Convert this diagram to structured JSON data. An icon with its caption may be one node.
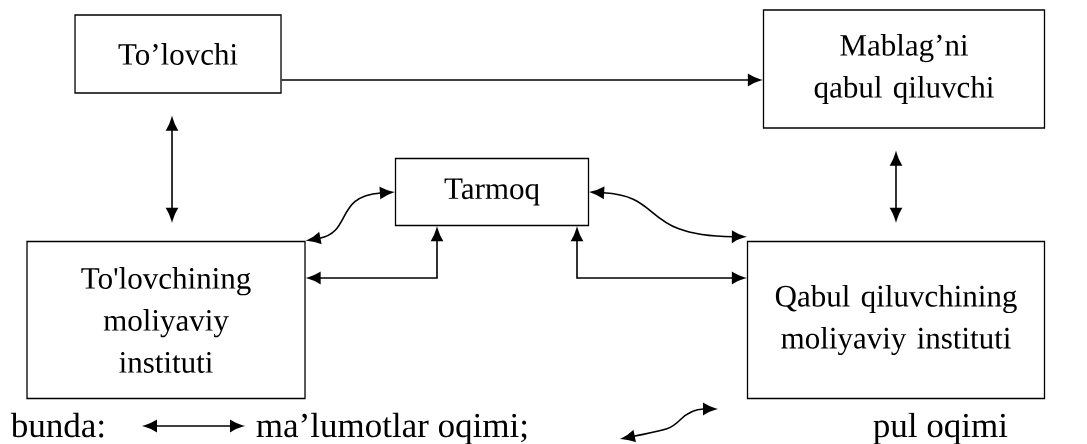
{
  "diagram": {
    "nodes": [
      {
        "text": [
          "To’lovchi"
        ]
      },
      {
        "text": [
          "Mablag’ni qabul qiluvchi"
        ]
      },
      {
        "text": [
          "Tarmoq"
        ]
      },
      {
        "text": [
          "To'lovchining moliyaviy instituti"
        ]
      },
      {
        "text": [
          "Qabul qiluvchining moliyaviy instituti"
        ]
      }
    ],
    "edges": [
      {
        "from": 0,
        "to": 1,
        "arrow": "to"
      },
      {
        "from": 0,
        "to": 3,
        "arrow": "both"
      },
      {
        "from": 1,
        "to": 4,
        "arrow": "both"
      },
      {
        "from": 3,
        "to": 2,
        "arrow": "both"
      },
      {
        "from": 2,
        "to": 4,
        "arrow": "both"
      },
      {
        "from": 3,
        "to": 2,
        "arrow": "both"
      },
      {
        "from": 4,
        "to": 2,
        "arrow": "both"
      }
    ],
    "labels": [
      "bunda:"
    ],
    "legend": [
      {
        "text": "ma’lumotlar oqimi;"
      },
      {
        "text": "pul oqimi"
      }
    ]
  }
}
